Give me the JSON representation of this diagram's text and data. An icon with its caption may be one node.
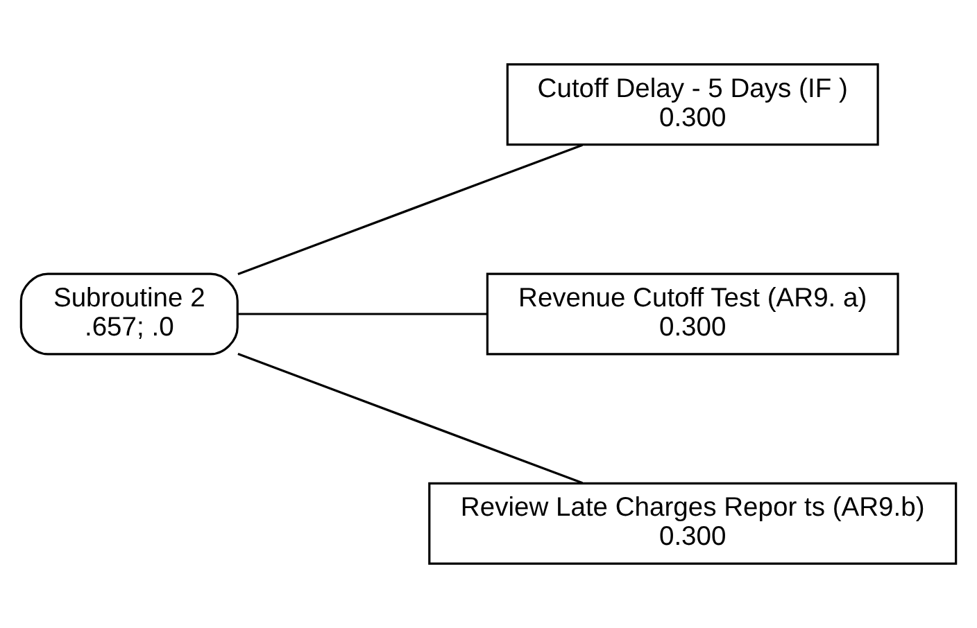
{
  "diagram": {
    "nodes": [
      {
        "text": [
          "Cutoff Delay - 5 Days (IF )",
          "0.300"
        ]
      },
      {
        "text": [
          "Subroutine 2",
          ".657; .0"
        ]
      },
      {
        "text": [
          "Revenue Cutoff Test (AR9. a)",
          "0.300"
        ]
      },
      {
        "text": [
          "Review Late Charges Repor ts (AR9.b)",
          "0.300"
        ]
      }
    ],
    "edges": [
      {
        "from": 1,
        "to": 0,
        "arrow": "none"
      },
      {
        "from": 1,
        "to": 2,
        "arrow": "none"
      },
      {
        "from": 1,
        "to": 3,
        "arrow": "none"
      }
    ]
  }
}
